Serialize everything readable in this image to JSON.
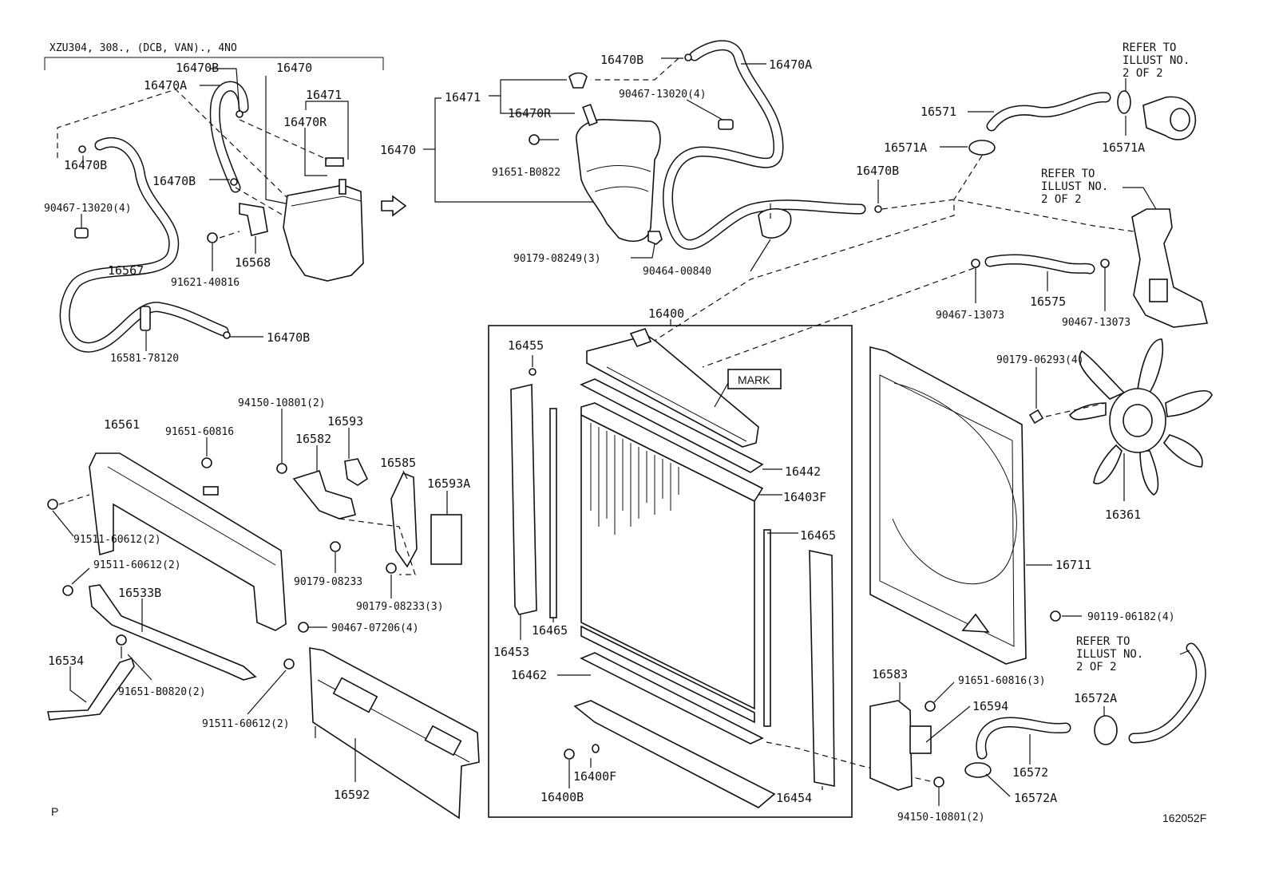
{
  "header": {
    "model_note": "XZU304, 308., (DCB, VAN)., 4NO",
    "diagram_code": "162052F",
    "corner_mark": "P",
    "mark_tag": "MARK"
  },
  "refer_notes": {
    "line1": "REFER TO",
    "line2": "ILLUST NO.",
    "line3": "2 OF 2"
  },
  "labels": {
    "inset_16470B_top": "16470B",
    "inset_16470": "16470",
    "inset_16470A": "16470A",
    "inset_16471": "16471",
    "inset_16470R": "16470R",
    "inset_16470B_left": "16470B",
    "inset_90467_13020": "90467-13020(4)",
    "inset_16470B_mid": "16470B",
    "inset_16567": "16567",
    "inset_16568": "16568",
    "inset_91621_40816": "91621-40816",
    "inset_16470B_bottom": "16470B",
    "inset_16581_78120": "16581-78120",
    "top_16470B": "16470B",
    "top_16470A": "16470A",
    "top_16471": "16471",
    "top_90467_13020": "90467-13020(4)",
    "top_16470R": "16470R",
    "top_16470": "16470",
    "top_91651_B0822": "91651-B0822",
    "top_90179_08249": "90179-08249(3)",
    "top_90464_00840": "90464-00840",
    "top_16470B_right": "16470B",
    "p16571": "16571",
    "p16571A_left": "16571A",
    "p16571A_right": "16571A",
    "p16575": "16575",
    "p90467_13073_left": "90467-13073",
    "p90467_13073_right": "90467-13073",
    "p16400": "16400",
    "p16455": "16455",
    "p16442": "16442",
    "p16403F": "16403F",
    "p16465_right": "16465",
    "p16465_left": "16465",
    "p16453": "16453",
    "p16462": "16462",
    "p16400F": "16400F",
    "p16400B": "16400B",
    "p16454": "16454",
    "p90179_06293": "90179-06293(4)",
    "p16361": "16361",
    "p16711": "16711",
    "p90119_06182": "90119-06182(4)",
    "p16583": "16583",
    "p91651_60816_3": "91651-60816(3)",
    "p16594": "16594",
    "p16572": "16572",
    "p16572A_right": "16572A",
    "p16572A_bottom": "16572A",
    "p94150_10801_bottom": "94150-10801(2)",
    "p16561": "16561",
    "p91651_60816": "91651-60816",
    "p94150_10801_top": "94150-10801(2)",
    "p16593": "16593",
    "p16582": "16582",
    "p16585": "16585",
    "p16593A": "16593A",
    "p91511_60612_a": "91511-60612(2)",
    "p91511_60612_b": "91511-60612(2)",
    "p91511_60612_c": "91511-60612(2)",
    "p90179_08233": "90179-08233",
    "p90179_08233_3": "90179-08233(3)",
    "p16533B": "16533B",
    "p90467_07206": "90467-07206(4)",
    "p16534": "16534",
    "p91651_B0820": "91651-B0820(2)",
    "p16592": "16592"
  }
}
